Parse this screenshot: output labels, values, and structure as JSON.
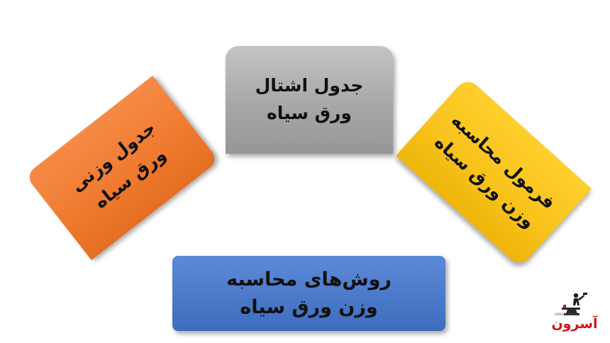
{
  "boxes": {
    "top": {
      "line1": "جدول اشتال",
      "line2": "ورق سیاه",
      "color": "#a9a9a9"
    },
    "left": {
      "line1": "جدول وزنی",
      "line2": "ورق سیاه",
      "color": "#ef7a2e"
    },
    "right": {
      "line1": "فرمول محاسبه",
      "line2": "وزن ورق سیاه",
      "color": "#f7c21a"
    },
    "bottom": {
      "line1": "روش‌های محاسبه",
      "line2": "وزن ورق سیاه",
      "color": "#4a78c8"
    }
  },
  "logo": {
    "text": "آسرون",
    "subtext": "ASROON METAL",
    "icon": "anvil-worker-icon",
    "color": "#d0161b"
  }
}
